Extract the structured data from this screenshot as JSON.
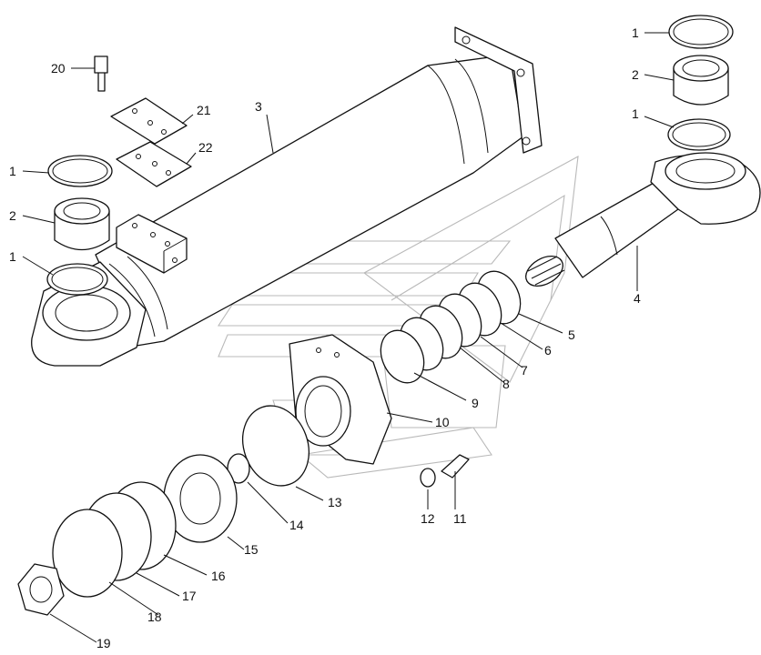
{
  "callouts": {
    "c1a": "1",
    "c1b": "1",
    "c1c": "1",
    "c1d": "1",
    "c2a": "2",
    "c2b": "2",
    "c3": "3",
    "c4": "4",
    "c5": "5",
    "c6": "6",
    "c7": "7",
    "c8": "8",
    "c9": "9",
    "c10": "10",
    "c11": "11",
    "c12": "12",
    "c13": "13",
    "c14": "14",
    "c15": "15",
    "c16": "16",
    "c17": "17",
    "c18": "18",
    "c19": "19",
    "c20": "20",
    "c21": "21",
    "c22": "22"
  }
}
